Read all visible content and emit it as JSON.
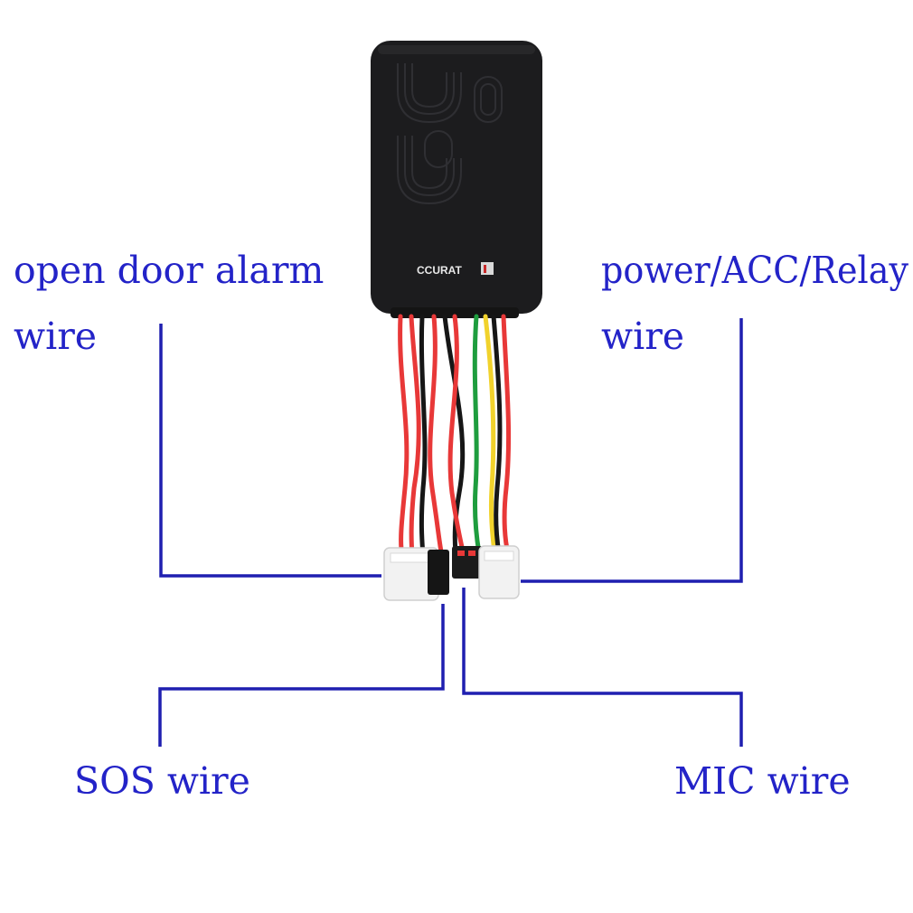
{
  "labels": {
    "open_door_line1": "open door alarm",
    "open_door_line2": "wire",
    "power_line1": "power/ACC/Relay",
    "power_line2": "wire",
    "sos": "SOS wire",
    "mic": "MIC wire"
  },
  "device": {
    "brand_logo_text": "CCURAT",
    "body_color": "#1c1c1e"
  },
  "colors": {
    "callout_line": "#1f1fb0",
    "label_text": "#2323c8",
    "wire_red": "#e83838",
    "wire_black": "#161616",
    "wire_green": "#1e9d3e",
    "wire_yellow": "#f1d22c",
    "connector": "#f2f2f2"
  }
}
